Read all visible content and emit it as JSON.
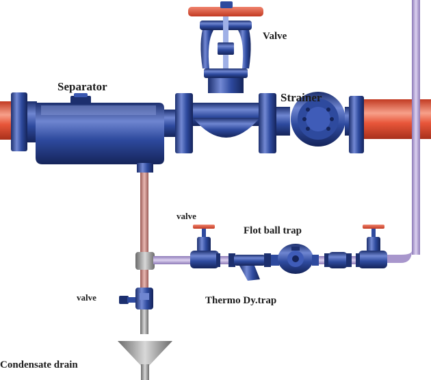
{
  "labels": {
    "valve_top": "Valve",
    "separator": "Separator",
    "strainer": "Strainer",
    "valve_left": "valve",
    "flot_ball_trap": "Flot ball trap",
    "valve_side": "valve",
    "thermo_dy_trap": "Thermo Dy.trap",
    "condensate_drain": "Condensate drain"
  },
  "colors": {
    "pipe_main": "#e8563a",
    "pipe_main_highlight": "#f7a08a",
    "equipment_blue": "#2e4a9e",
    "equipment_dark": "#1c2f6e",
    "equipment_light": "#6f86d1",
    "handwheel": "#e0604a",
    "drain_pipe": "#c98a86",
    "bypass_pipe": "#b9a8d8",
    "funnel": "#8a8a8a"
  },
  "icons": [
    "separator-icon",
    "globe-valve-icon",
    "strainer-icon",
    "float-trap-icon",
    "thermodynamic-trap-icon",
    "drain-funnel-icon"
  ]
}
